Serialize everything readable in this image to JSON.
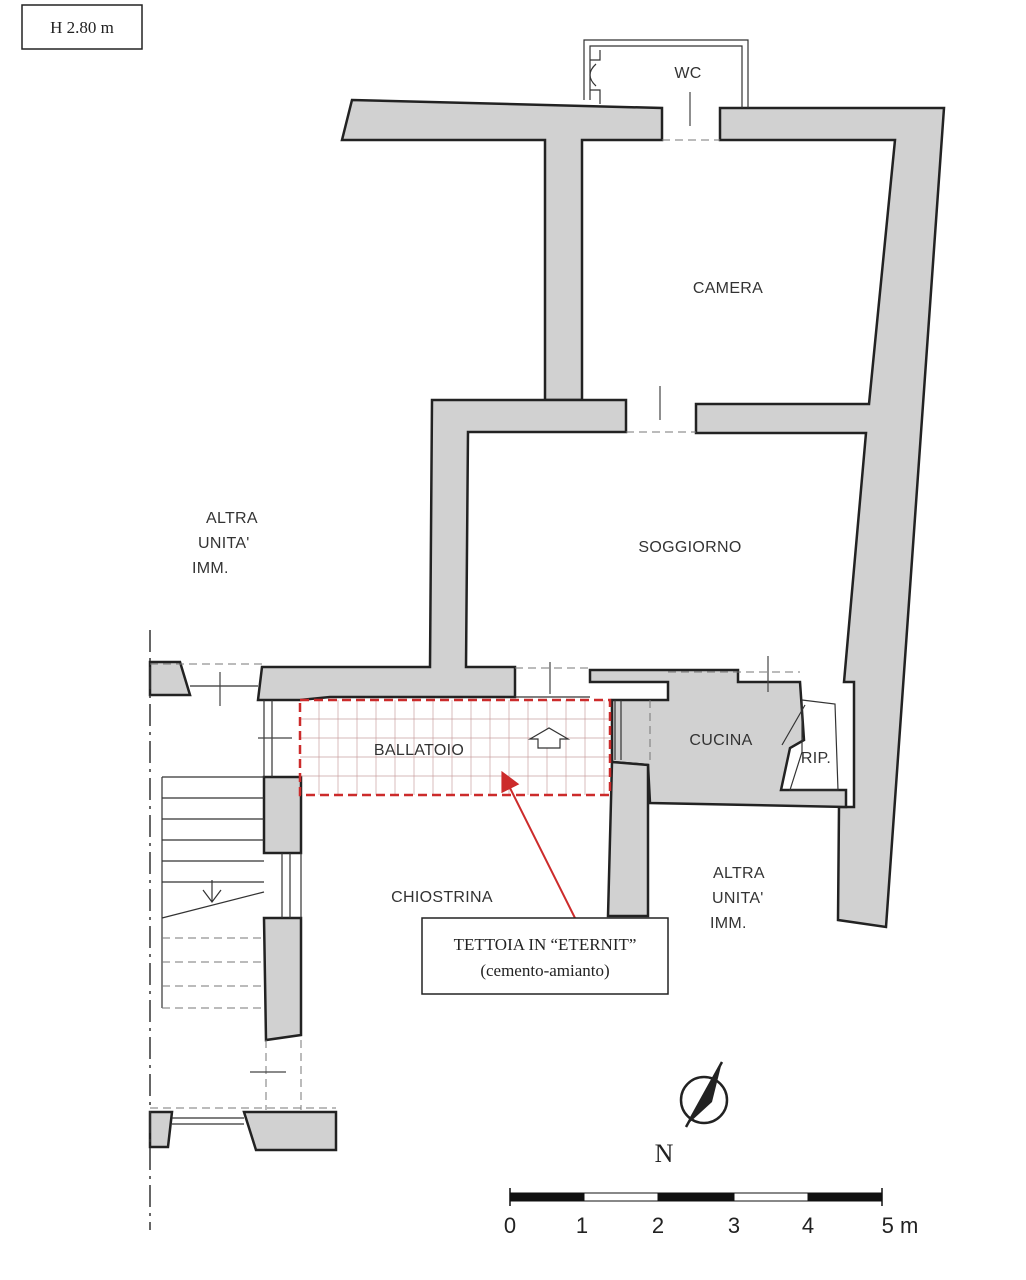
{
  "height_badge": "H 2.80 m",
  "rooms": {
    "wc": "WC",
    "camera": "CAMERA",
    "soggiorno": "SOGGIORNO",
    "ballatoio": "BALLATOIO",
    "cucina": "CUCINA",
    "rip": "RIP.",
    "chiostrina": "CHIOSTRINA"
  },
  "altra_unita_left": [
    "ALTRA",
    "UNITA'",
    "IMM."
  ],
  "altra_unita_right": [
    "ALTRA",
    "UNITA'",
    "IMM."
  ],
  "callout": {
    "line1": "TETTOIA IN “ETERNIT”",
    "line2": "(cemento-amianto)"
  },
  "north_label": "N",
  "scale": {
    "ticks": [
      "0",
      "1",
      "2",
      "3",
      "4",
      "5 m"
    ]
  },
  "colors": {
    "wall_fill": "#d1d1d1",
    "wall_stroke": "#222222",
    "highlight": "#cc2b2b"
  }
}
